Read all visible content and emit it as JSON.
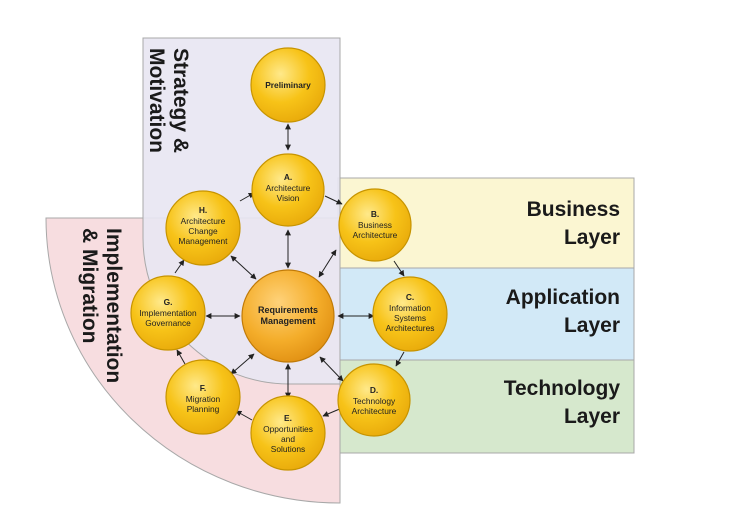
{
  "colors": {
    "strategy_fill": "#e8e6f2",
    "implementation_fill": "#f7dde0",
    "business_fill": "#fbf6d2",
    "application_fill": "#d2e9f7",
    "technology_fill": "#d6e8cd",
    "node_fill": "#f6c21a",
    "node_stroke": "#c79400",
    "center_fill": "#f3a924"
  },
  "regions": {
    "strategy": [
      "Strategy &",
      "Motivation"
    ],
    "implementation": [
      "Implementation",
      "& Migration"
    ]
  },
  "layers": [
    {
      "id": "business",
      "lines": [
        "Business",
        "Layer"
      ]
    },
    {
      "id": "application",
      "lines": [
        "Application",
        "Layer"
      ]
    },
    {
      "id": "technology",
      "lines": [
        "Technology",
        "Layer"
      ]
    }
  ],
  "center": {
    "lines": [
      "Requirements",
      "Management"
    ]
  },
  "phases": [
    {
      "id": "preliminary",
      "letter": "",
      "lines": [
        "Preliminary"
      ]
    },
    {
      "id": "a",
      "letter": "A.",
      "lines": [
        "Architecture",
        "Vision"
      ]
    },
    {
      "id": "b",
      "letter": "B.",
      "lines": [
        "Business",
        "Architecture"
      ]
    },
    {
      "id": "c",
      "letter": "C.",
      "lines": [
        "Information",
        "Systems",
        "Architectures"
      ]
    },
    {
      "id": "d",
      "letter": "D.",
      "lines": [
        "Technology",
        "Architecture"
      ]
    },
    {
      "id": "e",
      "letter": "E.",
      "lines": [
        "Opportunities",
        "and",
        "Solutions"
      ]
    },
    {
      "id": "f",
      "letter": "F.",
      "lines": [
        "Migration",
        "Planning"
      ]
    },
    {
      "id": "g",
      "letter": "G.",
      "lines": [
        "Implementation",
        "Governance"
      ]
    },
    {
      "id": "h",
      "letter": "H.",
      "lines": [
        "Architecture",
        "Change",
        "Management"
      ]
    }
  ]
}
